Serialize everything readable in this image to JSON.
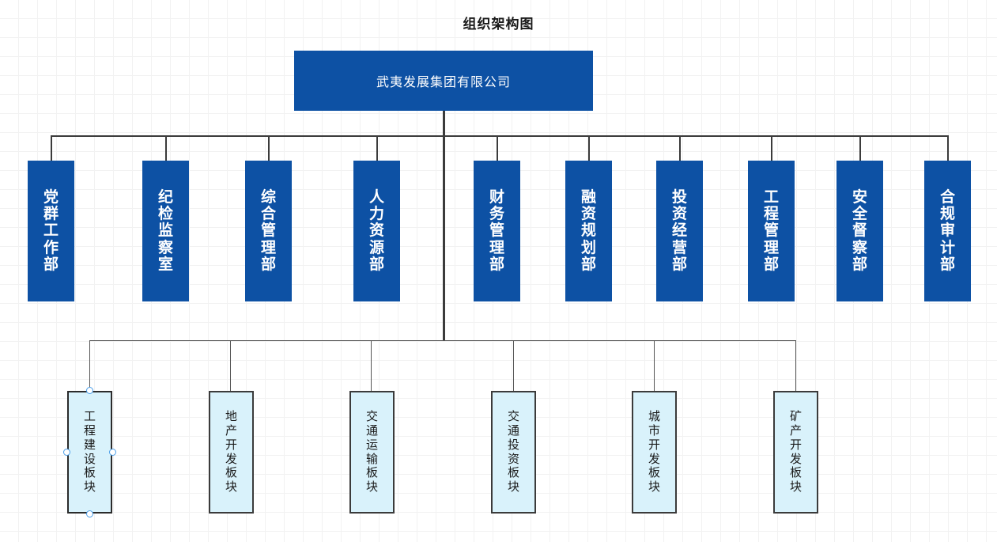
{
  "title": "组织架构图",
  "colors": {
    "primary_blue": "#0d51a4",
    "sector_fill": "#d9f2fb",
    "connector": "#3b3b3b",
    "selection_handle": "#4a9eea",
    "background": "#ffffff",
    "grid": "#f2f2f2"
  },
  "root": {
    "label": "武夷发展集团有限公司"
  },
  "departments": [
    {
      "label": "党群工作部"
    },
    {
      "label": "纪检监察室"
    },
    {
      "label": "综合管理部"
    },
    {
      "label": "人力资源部"
    },
    {
      "label": "财务管理部"
    },
    {
      "label": "融资规划部"
    },
    {
      "label": "投资经营部"
    },
    {
      "label": "工程管理部"
    },
    {
      "label": "安全督察部"
    },
    {
      "label": "合规审计部"
    }
  ],
  "sectors": [
    {
      "label": "工程建设板块",
      "selected": true
    },
    {
      "label": "地产开发板块",
      "selected": false
    },
    {
      "label": "交通运输板块",
      "selected": false
    },
    {
      "label": "交通投资板块",
      "selected": false
    },
    {
      "label": "城市开发板块",
      "selected": false
    },
    {
      "label": "矿产开发板块",
      "selected": false
    }
  ]
}
